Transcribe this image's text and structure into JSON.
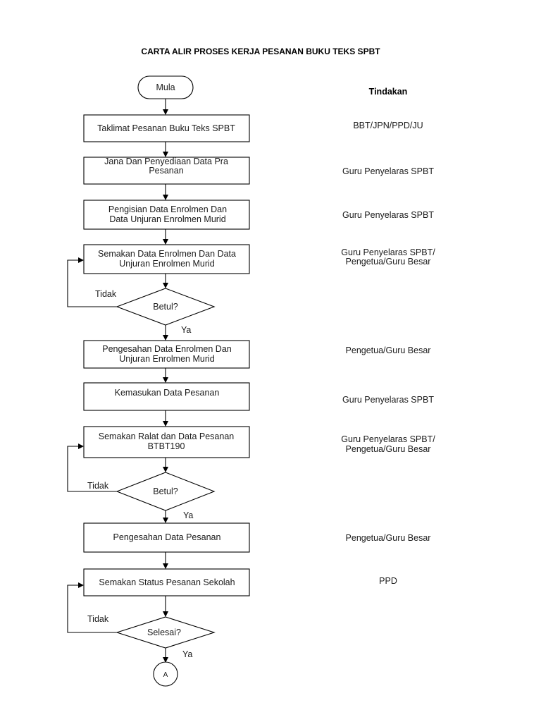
{
  "title": "CARTA ALIR PROSES KERJA PESANAN BUKU TEKS SPBT",
  "actions_header": "Tindakan",
  "start": "Mula",
  "steps": [
    {
      "lines": [
        "Taklimat Pesanan Buku Teks SPBT"
      ],
      "action": [
        "BBT/JPN/PPD/JU"
      ]
    },
    {
      "lines": [
        "Jana Dan Penyediaan Data Pra",
        "Pesanan"
      ],
      "action": [
        "Guru Penyelaras SPBT"
      ]
    },
    {
      "lines": [
        "Pengisian Data Enrolmen Dan",
        "Data Unjuran Enrolmen Murid"
      ],
      "action": [
        "Guru Penyelaras SPBT"
      ]
    },
    {
      "lines": [
        "Semakan Data Enrolmen  Dan Data",
        "Unjuran Enrolmen Murid"
      ],
      "action": [
        "Guru Penyelaras SPBT/",
        "Pengetua/Guru Besar"
      ]
    },
    {
      "lines": [
        "Pengesahan Data Enrolmen Dan",
        "Unjuran Enrolmen Murid"
      ],
      "action": [
        "Pengetua/Guru Besar"
      ]
    },
    {
      "lines": [
        "Kemasukan Data Pesanan"
      ],
      "action": [
        "Guru Penyelaras SPBT"
      ]
    },
    {
      "lines": [
        "Semakan Ralat dan Data Pesanan",
        "BTBT190"
      ],
      "action": [
        "Guru Penyelaras SPBT/",
        "Pengetua/Guru Besar"
      ]
    },
    {
      "lines": [
        "Pengesahan Data Pesanan"
      ],
      "action": [
        "Pengetua/Guru Besar"
      ]
    },
    {
      "lines": [
        "Semakan Status Pesanan Sekolah"
      ],
      "action": [
        "PPD"
      ]
    }
  ],
  "decisions": [
    {
      "label": "Betul?",
      "no": "Tidak",
      "yes": "Ya"
    },
    {
      "label": "Betul?",
      "no": "Tidak",
      "yes": "Ya"
    },
    {
      "label": "Selesai?",
      "no": "Tidak",
      "yes": "Ya"
    }
  ],
  "connector": "A"
}
